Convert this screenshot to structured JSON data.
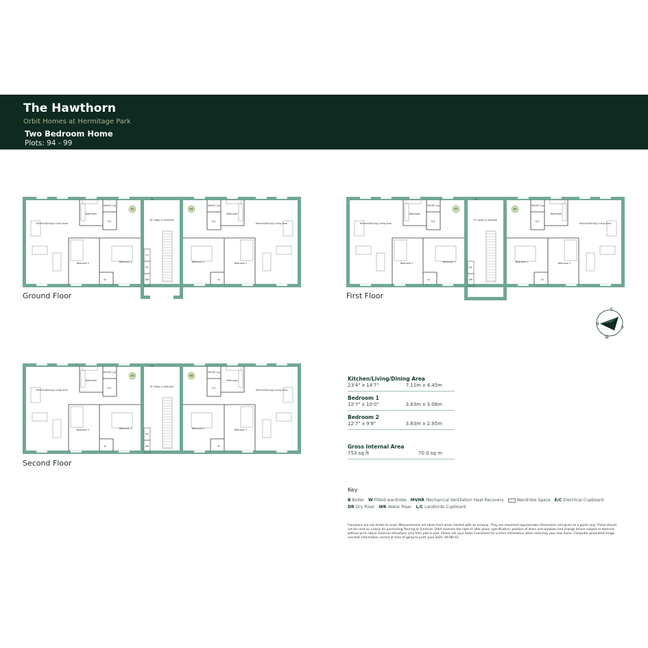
{
  "header": {
    "title": "The Hawthorn",
    "subtitle": "Orbit Homes at Hermitage Park",
    "home_type": "Two Bedroom Home",
    "plots": "Plots: 94 - 99"
  },
  "colors": {
    "header_bg": "#0e2a21",
    "wall": "#6fa893",
    "plot_badge": "#cfe3b0"
  },
  "room_labels": {
    "kitchen": "Kitchen/Dining/ Living Area",
    "bathroom": "Bathroom",
    "mvhr": "MVHR Cup",
    "ec": "E/C",
    "bedroom1": "Bedroom 1",
    "bedroom2": "Bedroom 2",
    "wardrobe": "W"
  },
  "floors": [
    {
      "name": "Ground Floor",
      "lobby": "GF Lobby & Stairwell",
      "plots": [
        "95",
        "94"
      ],
      "lobby_cupboards": [
        "L/C",
        "E/C",
        "WR"
      ],
      "top_tag": "DR"
    },
    {
      "name": "First Floor",
      "lobby": "FF Lobby & Stairwell",
      "plots": [
        "97",
        "96"
      ],
      "lobby_cupboards": [
        "E/C",
        "WR"
      ],
      "top_tag": "DR"
    },
    {
      "name": "Second Floor",
      "lobby": "SF Lobby & Stairwell",
      "plots": [
        "99",
        "98"
      ],
      "lobby_cupboards": [
        "E/C",
        "WR"
      ],
      "top_tag": "DR"
    }
  ],
  "compass": [
    "N",
    "E",
    "S",
    "W"
  ],
  "specs": [
    {
      "name": "Kitchen/Living/Dining Area",
      "imperial": "23'4\" x 14'7\"",
      "metric": "7.11m x 4.45m"
    },
    {
      "name": "Bedroom 1",
      "imperial": "12'7\" x 10'0\"",
      "metric": "3.83m x 3.06m"
    },
    {
      "name": "Bedroom 2",
      "imperial": "12'7\" x 9'8\"",
      "metric": "3.83m x 2.95m"
    }
  ],
  "gia": {
    "name": "Gross Internal Area",
    "imperial": "753 sq ft",
    "metric": "70.0 sq m"
  },
  "key": {
    "title": "Key",
    "row1": [
      {
        "abbr": "B",
        "text": "Boiler"
      },
      {
        "abbr": "W",
        "text": "Fitted wardrobe"
      },
      {
        "abbr": "MVHR",
        "text": "Mechanical Ventilation Heat Recovery"
      },
      {
        "abbr": "",
        "text": "Wardrobe Space"
      },
      {
        "abbr": "E/C",
        "text": "Electrical Cupboard"
      }
    ],
    "row2": [
      {
        "abbr": "DR",
        "text": "Dry Riser"
      },
      {
        "abbr": "WR",
        "text": "Water Riser"
      },
      {
        "abbr": "L/C",
        "text": "Landlords Cupboard"
      }
    ]
  },
  "disclaimer": "Floorplans are not drawn to scale. Measurements are taken from areas marked with an arrow ►. They are maximum approximate dimensions and given as a guide only. These should not be used as a basis for purchasing flooring or furniture. Orbit reserves the right to alter plans, specification, position of doors and windows and change tenure subject to demand without prior notice. External elevations vary from plot to plot. Please ask your Sales Consultant for current information when reserving your new home. Computer generated image overleaf. Information correct at time of going to print. June 2025. 06780-01."
}
